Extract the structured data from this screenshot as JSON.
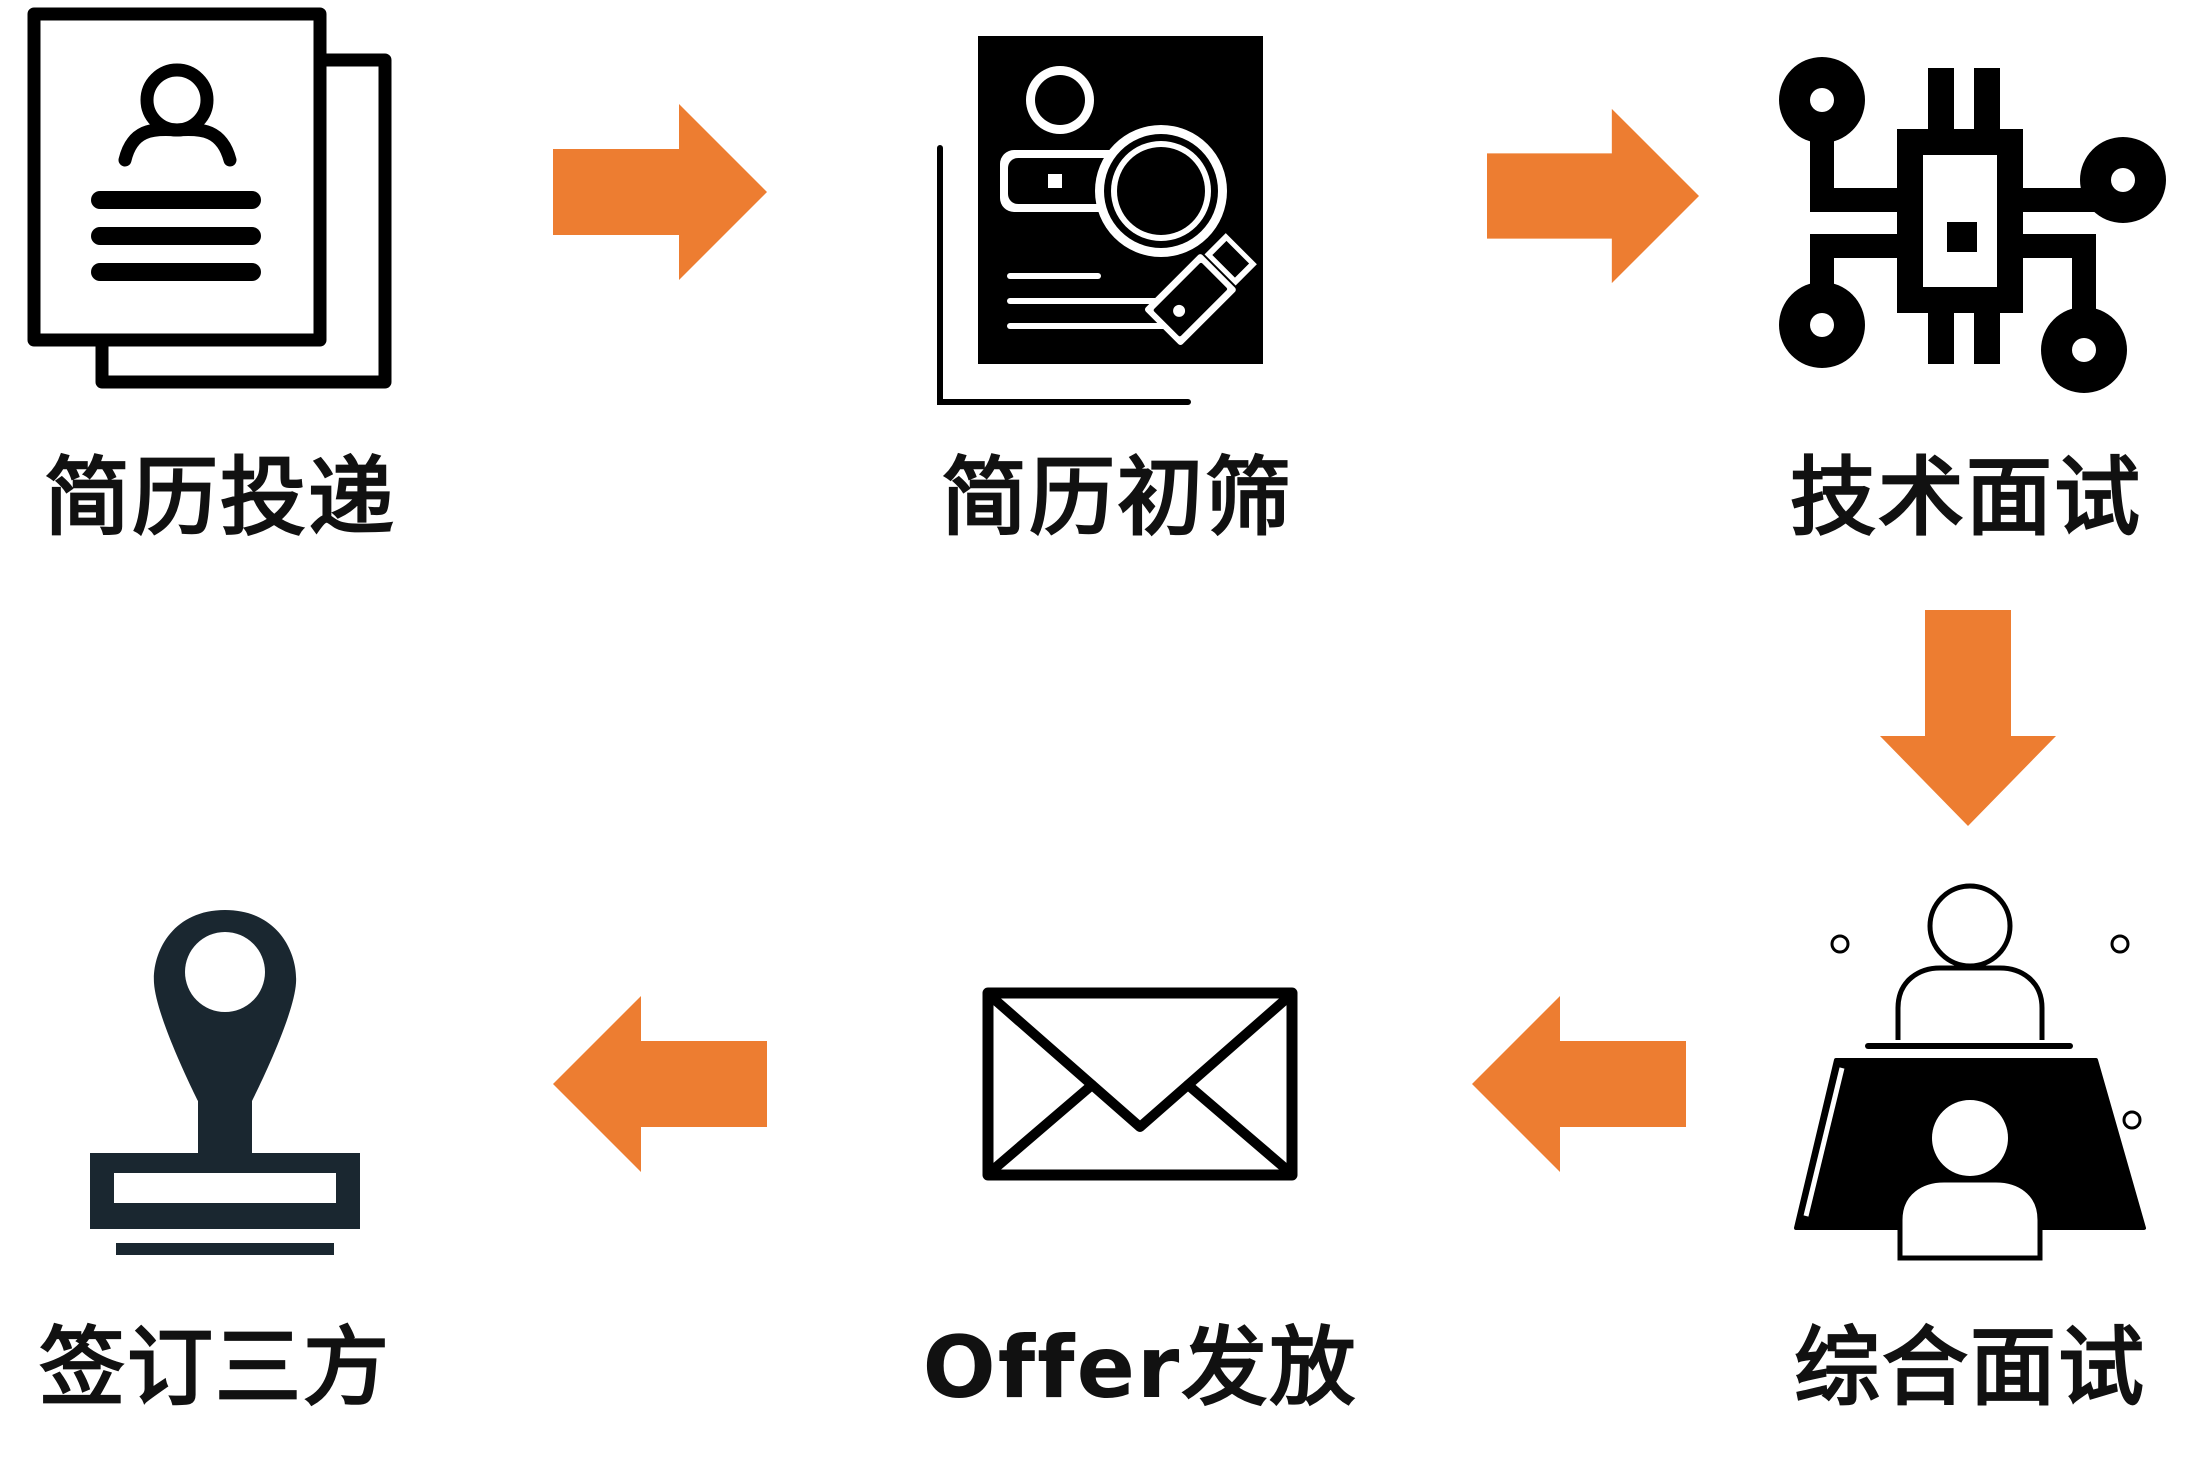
{
  "colors": {
    "arrow": "#ED7D31",
    "icon": "#000000",
    "stamp": "#1A2730",
    "label": "#111111",
    "background": "#FFFFFF"
  },
  "steps": [
    {
      "label": "简历投递",
      "icon": "resume-documents-icon"
    },
    {
      "label": "简历初筛",
      "icon": "resume-magnifier-icon"
    },
    {
      "label": "技术面试",
      "icon": "circuit-chip-icon"
    },
    {
      "label": "综合面试",
      "icon": "interview-desk-icon"
    },
    {
      "label": "Offer发放",
      "icon": "envelope-icon"
    },
    {
      "label": "签订三方",
      "icon": "stamp-icon"
    }
  ],
  "arrows": [
    {
      "from": "简历投递",
      "to": "简历初筛",
      "direction": "right"
    },
    {
      "from": "简历初筛",
      "to": "技术面试",
      "direction": "right"
    },
    {
      "from": "技术面试",
      "to": "综合面试",
      "direction": "down"
    },
    {
      "from": "综合面试",
      "to": "Offer发放",
      "direction": "left"
    },
    {
      "from": "Offer发放",
      "to": "签订三方",
      "direction": "left"
    }
  ]
}
